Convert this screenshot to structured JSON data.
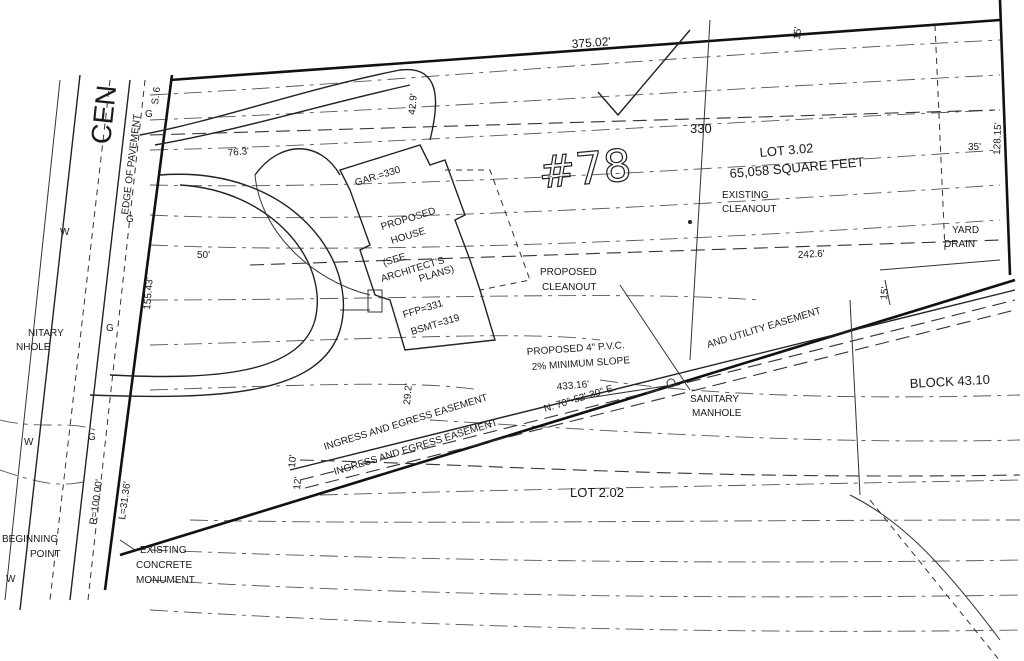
{
  "labels": {
    "road_name": "CEN",
    "edge_of_pavement": "EDGE OF PAVEMENT",
    "road_width": "S. 6",
    "north_dim": "375.02'",
    "north_dim_small": "15'",
    "east_dim": "128.15'",
    "dim_76": "76.3'",
    "dim_42": "42.9'",
    "dim_50": "50'",
    "dim_155": "155.43'",
    "dim_35": "35'",
    "dim_242": "242.6'",
    "dim_15b": "15'",
    "dim_29": "29.2'",
    "dim_10": "10'",
    "dim_12": "12'",
    "dim_433": "433.16'",
    "bearing": "N. 70°-52'-30\" E.",
    "lot_main": "LOT 3.02",
    "lot_main_area": "65,058 SQUARE FEET",
    "contour_330": "330",
    "garage": "GAR.=330",
    "house_line1": "PROPOSED",
    "house_line2": "HOUSE",
    "house_line3": "(SEE",
    "house_line4": "ARCHITECT'S",
    "house_line5": "PLANS)",
    "ffp": "FFP=331",
    "bsmt": "BSMT=319",
    "existing_cleanout_1": "EXISTING",
    "existing_cleanout_2": "CLEANOUT",
    "proposed_cleanout_1": "PROPOSED",
    "proposed_cleanout_2": "CLEANOUT",
    "yard_drain_1": "YARD",
    "yard_drain_2": "DRAIN",
    "utility_easement": "AND UTILITY EASEMENT",
    "pvc_1": "PROPOSED 4\" P.V.C.",
    "pvc_2": "2% MINIMUM SLOPE",
    "block": "BLOCK 43.10",
    "sanitary_1": "SANITARY",
    "sanitary_2": "MANHOLE",
    "ingress_1": "INGRESS AND EGRESS EASEMENT",
    "ingress_2": "INGRESS AND EGRESS EASEMENT",
    "lot_south": "LOT 2.02",
    "sanitary_manhole_left_1": "NITARY",
    "sanitary_manhole_left_2": "NHOLE",
    "radius": "R=100.00'",
    "arc": "L=31.36'",
    "beginning_1": "BEGINNING",
    "beginning_2": "POINT",
    "monument_1": "EXISTING",
    "monument_2": "CONCRETE",
    "monument_3": "MONUMENT",
    "handwritten_number": "#78",
    "util_letter": "G",
    "water_letter": "W"
  }
}
